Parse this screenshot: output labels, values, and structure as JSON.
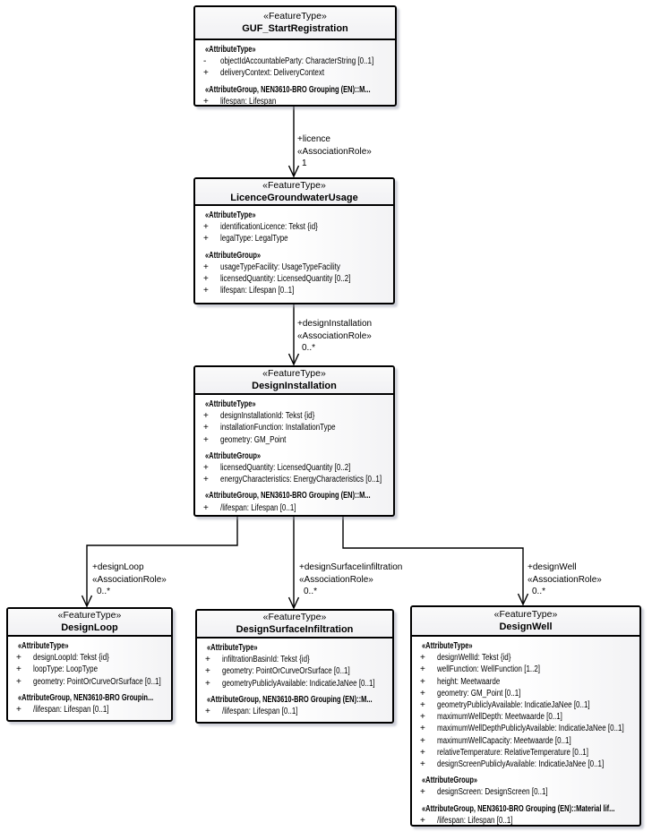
{
  "diagram": {
    "kind": "uml-class-diagram",
    "colors": {
      "line": "#000000",
      "border": "#000000",
      "fill": "#ffffff",
      "fill_shade": "#ebebee",
      "shadow": "#9ba0b2",
      "text": "#000000"
    },
    "classes": [
      {
        "stereotype": "«FeatureType»",
        "name": "GUF_StartRegistration",
        "members": [
          {
            "kind": "group",
            "text": "«AttributeType»"
          },
          {
            "kind": "attr",
            "vis": "-",
            "text": "objectIdAccountableParty: CharacterString [0..1]"
          },
          {
            "kind": "attr",
            "vis": "+",
            "text": "deliveryContext: DeliveryContext"
          },
          {
            "kind": "group",
            "text": "«AttributeGroup, NEN3610-BRO Grouping (EN)::M..."
          },
          {
            "kind": "attr",
            "vis": "+",
            "text": "lifespan: Lifespan"
          }
        ]
      },
      {
        "stereotype": "«FeatureType»",
        "name": "LicenceGroundwaterUsage",
        "members": [
          {
            "kind": "group",
            "text": "«AttributeType»"
          },
          {
            "kind": "attr",
            "vis": "+",
            "text": "identificationLicence: Tekst {id}"
          },
          {
            "kind": "attr",
            "vis": "+",
            "text": "legalType: LegalType"
          },
          {
            "kind": "group",
            "text": "«AttributeGroup»"
          },
          {
            "kind": "attr",
            "vis": "+",
            "text": "usageTypeFacility: UsageTypeFacility"
          },
          {
            "kind": "attr",
            "vis": "+",
            "text": "licensedQuantity: LicensedQuantity [0..2]"
          },
          {
            "kind": "attr",
            "vis": "+",
            "text": "lifespan: Lifespan [0..1]"
          }
        ]
      },
      {
        "stereotype": "«FeatureType»",
        "name": "DesignInstallation",
        "members": [
          {
            "kind": "group",
            "text": "«AttributeType»"
          },
          {
            "kind": "attr",
            "vis": "+",
            "text": "designInstallationId: Tekst {id}"
          },
          {
            "kind": "attr",
            "vis": "+",
            "text": "installationFunction: InstallationType"
          },
          {
            "kind": "attr",
            "vis": "+",
            "text": "geometry: GM_Point"
          },
          {
            "kind": "group",
            "text": "«AttributeGroup»"
          },
          {
            "kind": "attr",
            "vis": "+",
            "text": "licensedQuantity: LicensedQuantity [0..2]"
          },
          {
            "kind": "attr",
            "vis": "+",
            "text": "energyCharacteristics: EnergyCharacteristics [0..1]"
          },
          {
            "kind": "group",
            "text": "«AttributeGroup, NEN3610-BRO Grouping (EN)::M..."
          },
          {
            "kind": "attr",
            "vis": "+",
            "text": "/lifespan: Lifespan [0..1]"
          }
        ]
      },
      {
        "stereotype": "«FeatureType»",
        "name": "DesignLoop",
        "members": [
          {
            "kind": "group",
            "text": "«AttributeType»"
          },
          {
            "kind": "attr",
            "vis": "+",
            "text": "designLoopId: Tekst {id}"
          },
          {
            "kind": "attr",
            "vis": "+",
            "text": "loopType: LoopType"
          },
          {
            "kind": "attr",
            "vis": "+",
            "text": "geometry: PointOrCurveOrSurface [0..1]"
          },
          {
            "kind": "group",
            "text": "«AttributeGroup, NEN3610-BRO Groupin..."
          },
          {
            "kind": "attr",
            "vis": "+",
            "text": "/lifespan: Lifespan [0..1]"
          }
        ]
      },
      {
        "stereotype": "«FeatureType»",
        "name": "DesignSurfaceInfiltration",
        "members": [
          {
            "kind": "group",
            "text": "«AttributeType»"
          },
          {
            "kind": "attr",
            "vis": "+",
            "text": "infiltrationBasinId: Tekst {id}"
          },
          {
            "kind": "attr",
            "vis": "+",
            "text": "geometry: PointOrCurveOrSurface [0..1]"
          },
          {
            "kind": "attr",
            "vis": "+",
            "text": "geometryPubliclyAvailable: IndicatieJaNee [0..1]"
          },
          {
            "kind": "group",
            "text": "«AttributeGroup, NEN3610-BRO Grouping (EN)::M..."
          },
          {
            "kind": "attr",
            "vis": "+",
            "text": "/lifespan: Lifespan [0..1]"
          }
        ]
      },
      {
        "stereotype": "«FeatureType»",
        "name": "DesignWell",
        "members": [
          {
            "kind": "group",
            "text": "«AttributeType»"
          },
          {
            "kind": "attr",
            "vis": "+",
            "text": "designWellId: Tekst {id}"
          },
          {
            "kind": "attr",
            "vis": "+",
            "text": "wellFunction: WellFunction [1..2]"
          },
          {
            "kind": "attr",
            "vis": "+",
            "text": "height: Meetwaarde"
          },
          {
            "kind": "attr",
            "vis": "+",
            "text": "geometry: GM_Point [0..1]"
          },
          {
            "kind": "attr",
            "vis": "+",
            "text": "geometryPubliclyAvailable: IndicatieJaNee [0..1]"
          },
          {
            "kind": "attr",
            "vis": "+",
            "text": "maximumWellDepth: Meetwaarde [0..1]"
          },
          {
            "kind": "attr",
            "vis": "+",
            "text": "maximumWellDepthPubliclyAvailable: IndicatieJaNee [0..1]"
          },
          {
            "kind": "attr",
            "vis": "+",
            "text": "maximumWellCapacity: Meetwaarde [0..1]"
          },
          {
            "kind": "attr",
            "vis": "+",
            "text": "relativeTemperature: RelativeTemperature [0..1]"
          },
          {
            "kind": "attr",
            "vis": "+",
            "text": "designScreenPubliclyAvailable: IndicatieJaNee [0..1]"
          },
          {
            "kind": "group",
            "text": "«AttributeGroup»"
          },
          {
            "kind": "attr",
            "vis": "+",
            "text": "designScreen: DesignScreen [0..1]"
          },
          {
            "kind": "group",
            "text": "«AttributeGroup, NEN3610-BRO Grouping (EN)::Material lif..."
          },
          {
            "kind": "attr",
            "vis": "+",
            "text": "/lifespan: Lifespan [0..1]"
          }
        ]
      }
    ],
    "connectors": [
      {
        "role": "+licence",
        "stereotype": "«AssociationRole»",
        "multiplicity": "1",
        "source": "GUF_StartRegistration",
        "target": "LicenceGroundwaterUsage"
      },
      {
        "role": "+designInstallation",
        "stereotype": "«AssociationRole»",
        "multiplicity": "0..*",
        "source": "LicenceGroundwaterUsage",
        "target": "DesignInstallation"
      },
      {
        "role": "+designLoop",
        "stereotype": "«AssociationRole»",
        "multiplicity": "0..*",
        "source": "DesignInstallation",
        "target": "DesignLoop"
      },
      {
        "role": "+designSurfaceIinfiltration",
        "stereotype": "«AssociationRole»",
        "multiplicity": "0..*",
        "source": "DesignInstallation",
        "target": "DesignSurfaceInfiltration"
      },
      {
        "role": "+designWell",
        "stereotype": "«AssociationRole»",
        "multiplicity": "0..*",
        "source": "DesignInstallation",
        "target": "DesignWell"
      }
    ]
  }
}
